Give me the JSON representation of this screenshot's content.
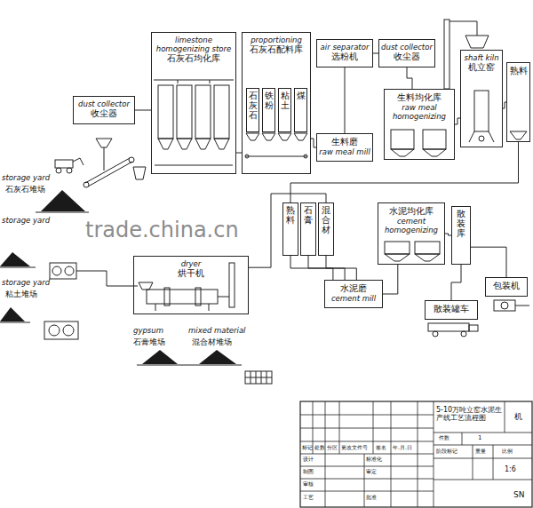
{
  "diagram": {
    "nodes": [
      {
        "text": [
          "dust collector",
          "收尘器"
        ]
      },
      {
        "text": [
          "limestone homogenizing store",
          "石灰石均化库"
        ]
      },
      {
        "text": [
          "proportioning",
          "石灰石配料库"
        ]
      },
      {
        "text": [
          "石灰石"
        ],
        "in": 2
      },
      {
        "text": [
          "铁粉"
        ],
        "in": 2
      },
      {
        "text": [
          "粘土"
        ],
        "in": 2
      },
      {
        "text": [
          "煤"
        ],
        "in": 2
      },
      {
        "text": [
          "air separator",
          "选粉机"
        ]
      },
      {
        "text": [
          "dust collector",
          "收尘器"
        ]
      },
      {
        "text": [
          "生料磨",
          "raw meal mill"
        ]
      },
      {
        "text": [
          "生料均化库",
          "raw meal homogenizing"
        ]
      },
      {
        "text": [
          "shaft kiln",
          "机立窑"
        ]
      },
      {
        "text": [
          "熟料"
        ]
      },
      {
        "text": [
          "dryer",
          "烘干机"
        ]
      },
      {
        "text": [
          "熟料"
        ]
      },
      {
        "text": [
          "石膏"
        ]
      },
      {
        "text": [
          "混合材"
        ]
      },
      {
        "text": [
          "水泥磨",
          "cement mill"
        ]
      },
      {
        "text": [
          "水泥均化库",
          "cement homogenizing"
        ]
      },
      {
        "text": [
          "散装库"
        ]
      },
      {
        "text": [
          "散装罐车"
        ]
      },
      {
        "text": [
          "包装机"
        ]
      }
    ],
    "edges": [
      {
        "from": 0,
        "to": 1,
        "arrow": "none"
      },
      {
        "from": 1,
        "to": 2,
        "arrow": "none"
      },
      {
        "from": 2,
        "to": 9,
        "arrow": "none"
      },
      {
        "from": 9,
        "to": 7,
        "arrow": "none"
      },
      {
        "from": 7,
        "to": 8,
        "arrow": "none"
      },
      {
        "from": 8,
        "to": 10,
        "arrow": "none"
      },
      {
        "from": 10,
        "to": 11,
        "arrow": "none"
      },
      {
        "from": 11,
        "to": 12,
        "arrow": "none"
      },
      {
        "from": 12,
        "to": 14,
        "arrow": "none"
      },
      {
        "from": 13,
        "to": 16,
        "arrow": "none"
      },
      {
        "from": 14,
        "to": 17,
        "arrow": "none"
      },
      {
        "from": 15,
        "to": 17,
        "arrow": "none"
      },
      {
        "from": 16,
        "to": 17,
        "arrow": "none"
      },
      {
        "from": 17,
        "to": 18,
        "arrow": "none"
      },
      {
        "from": 18,
        "to": 19,
        "arrow": "none"
      },
      {
        "from": 19,
        "to": 20,
        "arrow": "none"
      },
      {
        "from": 19,
        "to": 21,
        "arrow": "none"
      }
    ],
    "labels": [
      "storage yard",
      "石灰石堆场",
      "storage yard",
      "storage yard",
      "粘土堆场",
      "gypsum",
      "石膏堆场",
      "mixed material",
      "混合材堆场",
      "trade.china.cn",
      "5-10万吨立窑水泥生产线工艺流程图",
      "机",
      "标记",
      "处数",
      "分区",
      "更改文件号",
      "签名",
      "年.月.日",
      "设计",
      "标准化",
      "制图",
      "审定",
      "审核",
      "工艺",
      "批准",
      "件数",
      "1",
      "阶段标记",
      "重量",
      "比例",
      "1:6",
      "SN"
    ]
  }
}
